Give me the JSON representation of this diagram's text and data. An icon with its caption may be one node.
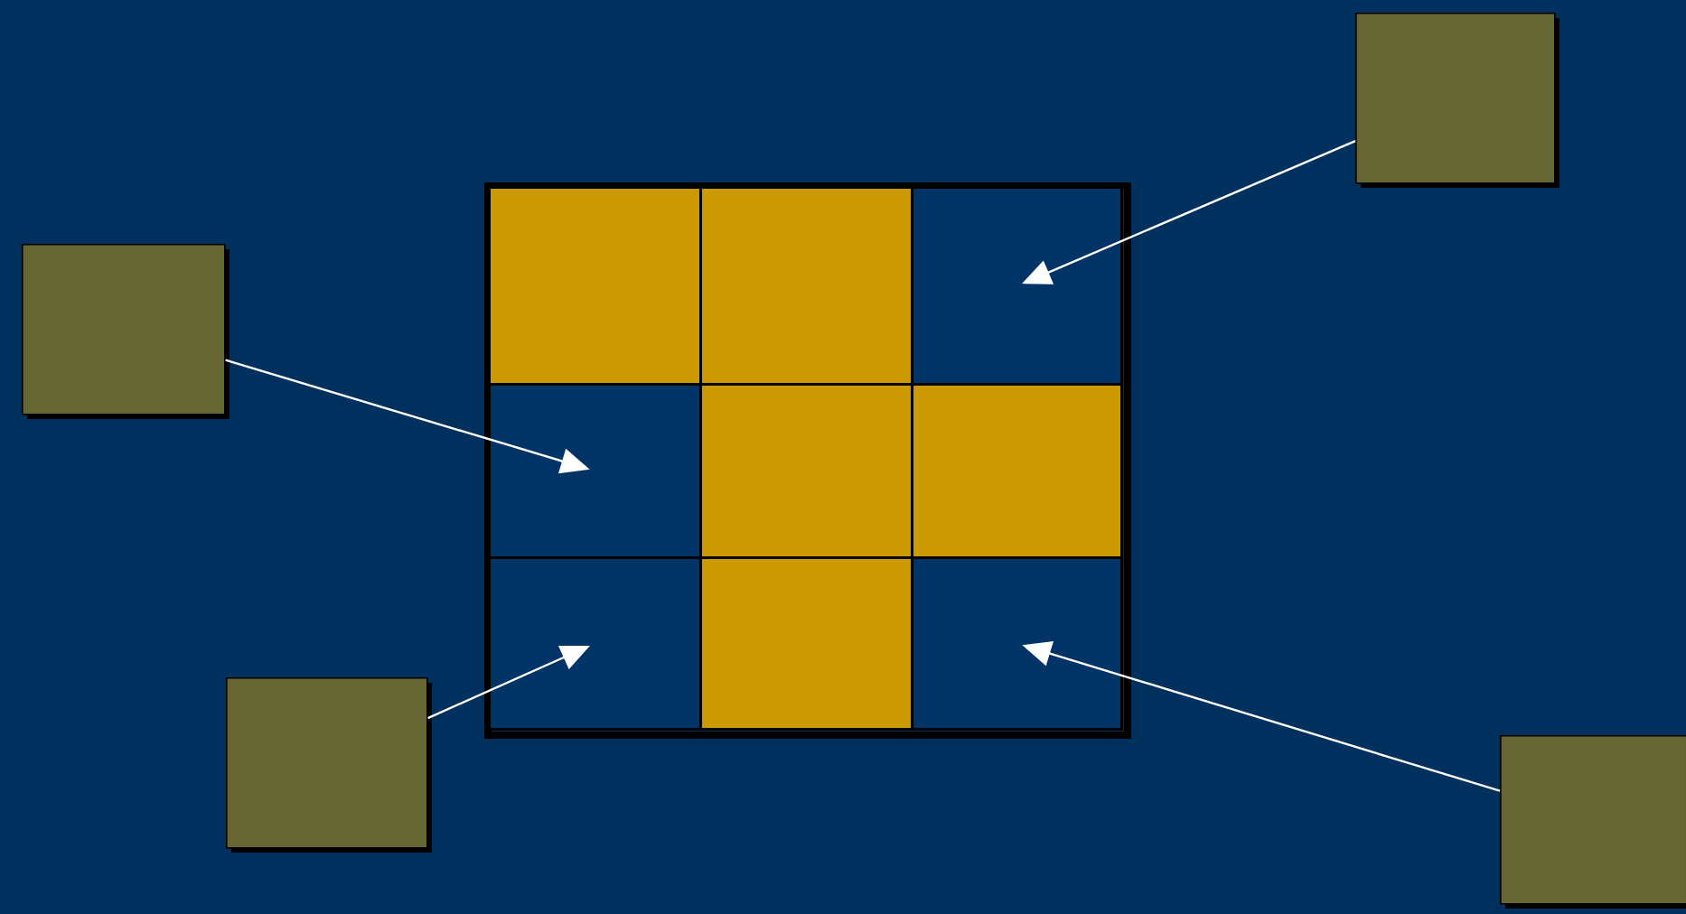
{
  "diagram": {
    "nodes": [
      {
        "text": [],
        "shape": "box"
      },
      {
        "text": [],
        "shape": "box",
        "in": 0
      },
      {
        "text": [],
        "shape": "box",
        "in": 0
      },
      {
        "text": [],
        "shape": "box",
        "in": 0
      },
      {
        "text": [],
        "shape": "box",
        "in": 0
      },
      {
        "text": [],
        "shape": "box",
        "in": 0
      },
      {
        "text": [],
        "shape": "box",
        "in": 0
      },
      {
        "text": [],
        "shape": "box",
        "in": 0
      },
      {
        "text": [],
        "shape": "box",
        "in": 0
      },
      {
        "text": [],
        "shape": "box",
        "in": 0
      },
      {
        "text": [],
        "shape": "box"
      },
      {
        "text": [],
        "shape": "box"
      },
      {
        "text": [],
        "shape": "box"
      },
      {
        "text": [],
        "shape": "box"
      }
    ],
    "edges": [
      {
        "from": 10,
        "to": 4,
        "arrow": "to"
      },
      {
        "from": 11,
        "to": 3,
        "arrow": "to"
      },
      {
        "from": 12,
        "to": 7,
        "arrow": "to"
      },
      {
        "from": 13,
        "to": 9,
        "arrow": "to"
      }
    ]
  }
}
